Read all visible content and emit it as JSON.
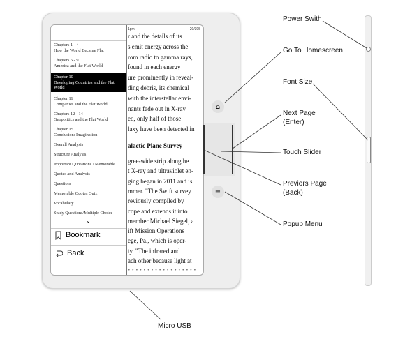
{
  "screen": {
    "status_time": "1pm",
    "status_pages": "20/395",
    "menu_items": [
      {
        "title": "Chapters 1 - 4",
        "sub": "How the World Became Flat"
      },
      {
        "title": "Chapters 5 - 9",
        "sub": "America and the Flat World"
      },
      {
        "title": "Chapter 10",
        "sub": "Developing Countries and the Flat World",
        "selected": true
      },
      {
        "title": "Chapter 11",
        "sub": "Companies and the Flat World"
      },
      {
        "title": "Chapters 12 - 14",
        "sub": "Geopolitics and the Flat World"
      },
      {
        "title": "Chapter 15",
        "sub": "Conclusion: Imagination"
      }
    ],
    "menu_simple": [
      "Overall Analysis",
      "Structure Analysis",
      "Important Quotations / Memorable",
      "Quotes and Analysis",
      "Questions",
      "Memorable Quotes Quiz",
      "Vocabulary",
      "Study Questions/Multiple Choice"
    ],
    "bookmark_label": "Bookmark",
    "back_label": "Back",
    "page_lines": [
      "r and the details of its",
      "s emit energy across the",
      "rom radio to gamma rays,",
      "found in each energy",
      "ure prominently in reveal-",
      "ding debris, its chemical",
      "with the interstellar envi-",
      "nants fade out in X-ray",
      "ed, only half of those",
      "laxy have been detected in"
    ],
    "heading": "alactic Plane Survey",
    "page_lines2": [
      "gree-wide strip along he",
      "t X-ray and ultraviolet en-",
      "ging began in 2011 and is",
      "mmer. \"The Swift survey",
      "reviously compiled by",
      "cope and extends it into",
      "member Michael Siegel, a",
      "ift Mission Operations",
      "ege, Pa., which is oper-",
      "ty. \"The infrared and",
      "ach other because light at"
    ]
  },
  "labels": {
    "power": "Power Swith",
    "home": "Go To Homescreen",
    "font": "Font Size",
    "next1": "Next Page",
    "next2": "(Enter)",
    "slider": "Touch Slider",
    "prev1": "Previors Page",
    "prev2": "(Back)",
    "popup": "Popup Menu",
    "usb": "Micro USB"
  }
}
